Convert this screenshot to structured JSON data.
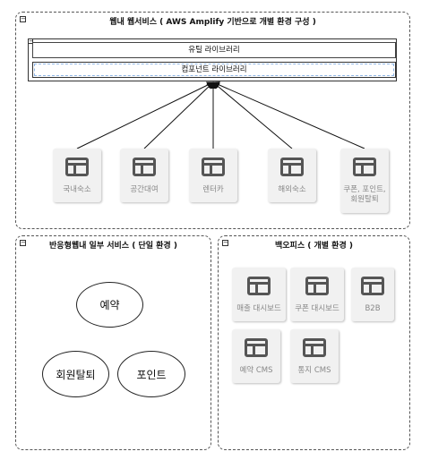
{
  "groups": {
    "web": {
      "title": "웹내 웹서비스 ( AWS Amplify 기반으로 개별 환경 구성 )",
      "libraries": [
        "유틸 라이브러리",
        "컴포넌트 라이브러리"
      ],
      "services": [
        "국내숙소",
        "공간대여",
        "렌터카",
        "해외숙소",
        "쿠폰, 포인트, 회원탈퇴"
      ]
    },
    "responsive": {
      "title": "반응형웹내 일부 서비스 ( 단일 환경 )",
      "items": [
        "예약",
        "회원탈퇴",
        "포인트"
      ]
    },
    "backoffice": {
      "title": "백오피스 ( 개별 환경 )",
      "items": [
        "매출 대시보드",
        "쿠폰 대시보드",
        "B2B",
        "예약 CMS",
        "통지 CMS"
      ]
    }
  },
  "icons": {
    "collapse": "collapse-minus-icon",
    "tile": "window-layout-icon"
  },
  "colors": {
    "tile_bg": "#f1f1f1",
    "icon": "#555555",
    "label": "#888888"
  }
}
